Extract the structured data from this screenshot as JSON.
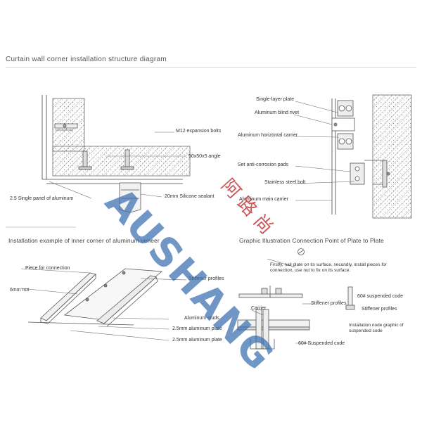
{
  "title": "Curtain wall corner installation structure diagram",
  "top_left": {
    "labels": {
      "expansion_bolts": "M12 expansion bolts",
      "angle": "50x50x5 angle",
      "single_panel": "2.5 Single panel of aluminum",
      "sealant": "20mm Silicone sealant"
    }
  },
  "top_right": {
    "labels": {
      "single_layer_plate": "Single-layer plate",
      "blind_rivet": "Aluminum blind rivet",
      "horizontal_carrier": "Aluminum horizontal carrier",
      "anti_corrosion": "Set anti-corrosion pads",
      "steel_bolt": "Stainless steel bolt",
      "main_carrier": "Aluminum main carrier"
    }
  },
  "bottom_left": {
    "heading": "Installation example of inner corner of aluminum veneer",
    "labels": {
      "connection_piece": "Piece for connection",
      "nut": "6mm nut",
      "stiffener": "Stiffener profiles",
      "studs": "Aluminum studs",
      "plate1": "2.5mm aluminum plate",
      "plate2": "2.5mm aluminum plate"
    }
  },
  "bottom_right": {
    "heading": "Graphic Illustration Connection Point of Plate to Plate",
    "note": "Firstly, nail plate on its surface, secondly, install pieces for connection, use nut to fix on its surface.",
    "labels": {
      "stiffener_a": "Stiffener profiles",
      "carrier": "Carrier",
      "suspended_code_60": "60# suspended code",
      "stiffener_b": "Stiffener profiles",
      "node_graphic": "Installation node graphic of suspended code",
      "suspended_code_bottom": "60# Suspended code"
    }
  },
  "watermark": {
    "latin": "AUSHANG",
    "chinese": "阿路尚"
  },
  "colors": {
    "line": "#555555",
    "hatch": "#999999",
    "watermark_blue": "#3a6fb0",
    "watermark_red": "#c03a3a"
  }
}
